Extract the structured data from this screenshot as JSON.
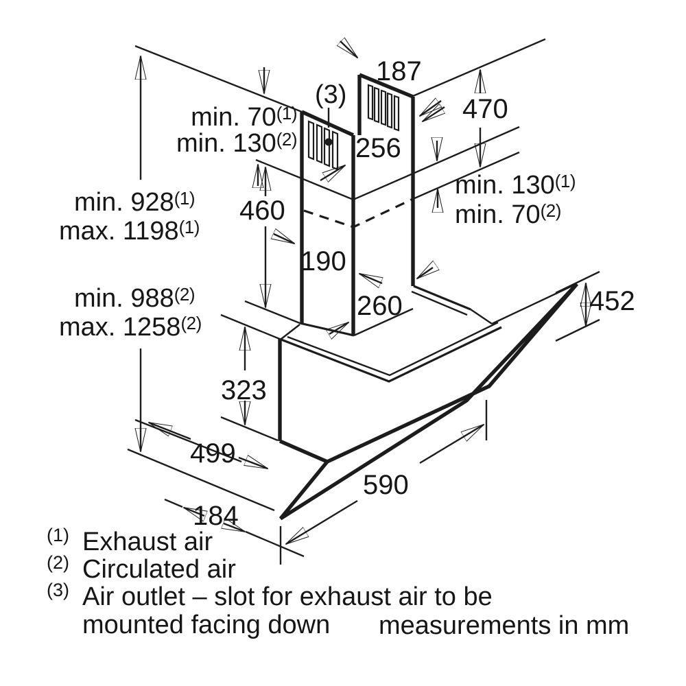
{
  "diagram": {
    "title_hint": "wall-mounted chimney hood installation dimensions",
    "ink_color": "#1c1c1c",
    "dimensions": {
      "chimney_top_width": "187",
      "chimney_top_depth": "256",
      "upper_flue_height": "470",
      "lower_flue_height": "460",
      "flue_depth": "190",
      "flue_width": "260",
      "glass_panel_height": "452",
      "body_height": "323",
      "body_depth": "499",
      "front_offset": "184",
      "hood_width": "590"
    },
    "clearances": {
      "left_top": [
        {
          "text": "min. 70",
          "sup": "(1)"
        },
        {
          "text": "min. 130",
          "sup": "(2)"
        }
      ],
      "right_top": [
        {
          "text": "min. 130",
          "sup": "(1)"
        },
        {
          "text": "min. 70",
          "sup": "(2)"
        }
      ],
      "heights_exhaust": [
        {
          "text": "min. 928",
          "sup": "(1)"
        },
        {
          "text": "max. 1198",
          "sup": "(1)"
        }
      ],
      "heights_circulated": [
        {
          "text": "min. 988",
          "sup": "(2)"
        },
        {
          "text": "max. 1258",
          "sup": "(2)"
        }
      ]
    },
    "callout": {
      "sup": "(3)"
    },
    "footnotes": [
      {
        "sup": "(1)",
        "text": "Exhaust air"
      },
      {
        "sup": "(2)",
        "text": "Circulated air"
      },
      {
        "sup": "(3)",
        "text": "Air outlet – slot for exhaust air to be",
        "text_line2": "mounted facing down"
      }
    ],
    "units_note": "measurements in mm"
  }
}
